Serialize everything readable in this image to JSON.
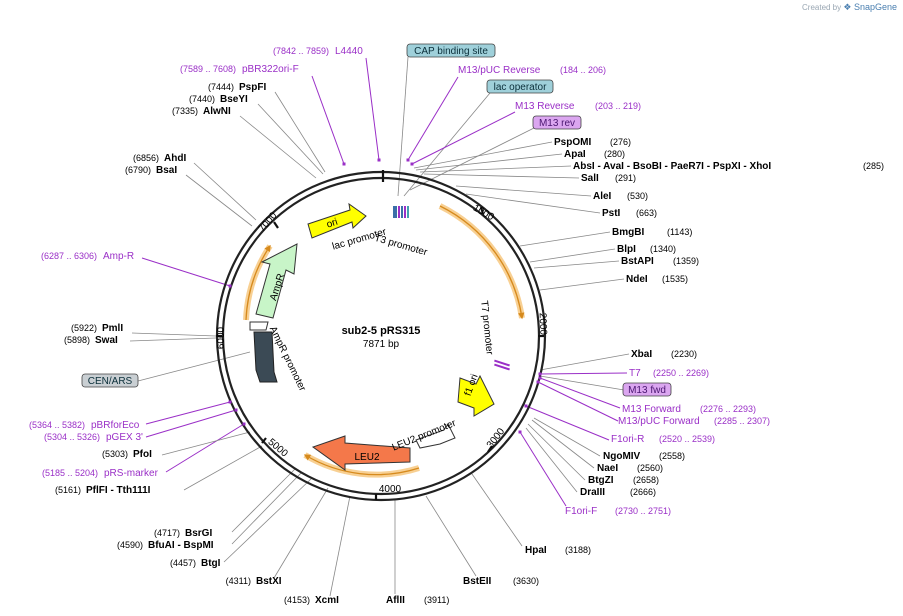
{
  "branding": {
    "prefix": "Created by",
    "name": "SnapGene"
  },
  "plasmid": {
    "name": "sub2-5 pRS315",
    "length": "7871 bp"
  },
  "colors": {
    "enzyme_label": "#000000",
    "primer_label": "#9a2fc7",
    "feature_box_cyan": "#9fd0da",
    "feature_box_violet": "#dba6f0",
    "ring": "#222222",
    "ori": "#ffff00",
    "ampr": "#c8f5c8",
    "leu2": "#f4784a",
    "f1ori": "#ffff00",
    "amp_promoter": "#3b4a55",
    "orf_highlight": "#f3a93a"
  },
  "scale_ticks": [
    "1000",
    "2000",
    "3000",
    "4000",
    "5000",
    "6000",
    "7000"
  ],
  "features": {
    "ori": "ori",
    "ampr": "AmpR",
    "ampr_promoter": "AmpR promoter",
    "leu2": "LEU2",
    "leu2_promoter": "LEU2 promoter",
    "f1_ori": "f1 ori",
    "t7_promoter": "T7 promoter",
    "lac_promoter": "lac promoter",
    "t3_promoter": "T3 promoter"
  },
  "boxed_labels": [
    {
      "id": "cap",
      "text": "CAP binding site",
      "color": "cyan"
    },
    {
      "id": "lacop",
      "text": "lac operator",
      "color": "cyan"
    },
    {
      "id": "m13rev",
      "text": "M13 rev",
      "color": "violet"
    },
    {
      "id": "m13fwd",
      "text": "M13 fwd",
      "color": "violet"
    },
    {
      "id": "cenars",
      "text": "CEN/ARS",
      "color": "gray"
    }
  ],
  "primers": [
    {
      "id": "l4440",
      "name": "L4440",
      "range": "(7842 .. 7859)"
    },
    {
      "id": "pbr322",
      "name": "pBR322ori-F",
      "range": "(7589 .. 7608)"
    },
    {
      "id": "m13puc_rev",
      "name": "M13/pUC Reverse",
      "range": "(184 .. 206)"
    },
    {
      "id": "m13_rev",
      "name": "M13 Reverse",
      "range": "(203 .. 219)"
    },
    {
      "id": "ampr_p",
      "name": "Amp-R",
      "range": "(6287 .. 6306)"
    },
    {
      "id": "t7",
      "name": "T7",
      "range": "(2250 .. 2269)"
    },
    {
      "id": "m13_fwd",
      "name": "M13 Forward",
      "range": "(2276 .. 2293)"
    },
    {
      "id": "m13puc_fwd",
      "name": "M13/pUC Forward",
      "range": "(2285 .. 2307)"
    },
    {
      "id": "f1ori_r",
      "name": "F1ori-R",
      "range": "(2520 .. 2539)"
    },
    {
      "id": "f1ori_f",
      "name": "F1ori-F",
      "range": "(2730 .. 2751)"
    },
    {
      "id": "pbrforeco",
      "name": "pBRforEco",
      "range": "(5364 .. 5382)"
    },
    {
      "id": "pgex3",
      "name": "pGEX 3'",
      "range": "(5304 .. 5326)"
    },
    {
      "id": "prs_marker",
      "name": "pRS-marker",
      "range": "(5185 .. 5204)"
    }
  ],
  "enzymes": [
    {
      "id": "pspfi",
      "name": "PspFI",
      "pos": "(7444)"
    },
    {
      "id": "bseyi",
      "name": "BseYI",
      "pos": "(7440)"
    },
    {
      "id": "alwni",
      "name": "AlwNI",
      "pos": "(7335)"
    },
    {
      "id": "ahdi",
      "name": "AhdI",
      "pos": "(6856)"
    },
    {
      "id": "bsai",
      "name": "BsaI",
      "pos": "(6790)"
    },
    {
      "id": "pspomi",
      "name": "PspOMI",
      "pos": "(276)"
    },
    {
      "id": "apai",
      "name": "ApaI",
      "pos": "(280)"
    },
    {
      "id": "absi_group",
      "name": "AbsI   - AvaI    - BsoBI    - PaeR7I    - PspXI    - XhoI",
      "pos": "(285)"
    },
    {
      "id": "sali",
      "name": "SalI",
      "pos": "(291)"
    },
    {
      "id": "alei",
      "name": "AleI",
      "pos": "(530)"
    },
    {
      "id": "psti",
      "name": "PstI",
      "pos": "(663)"
    },
    {
      "id": "bmgbi",
      "name": "BmgBI",
      "pos": "(1143)"
    },
    {
      "id": "blpi",
      "name": "BlpI",
      "pos": "(1340)"
    },
    {
      "id": "bstapi",
      "name": "BstAPI",
      "pos": "(1359)"
    },
    {
      "id": "ndei",
      "name": "NdeI",
      "pos": "(1535)"
    },
    {
      "id": "pmli",
      "name": "PmlI",
      "pos": "(5922)"
    },
    {
      "id": "swai",
      "name": "SwaI",
      "pos": "(5898)"
    },
    {
      "id": "xbai",
      "name": "XbaI",
      "pos": "(2230)"
    },
    {
      "id": "pfoi",
      "name": "PfoI",
      "pos": "(5303)"
    },
    {
      "id": "pflfi",
      "name": "PflFI   - Tth111I",
      "pos": "(5161)"
    },
    {
      "id": "ngomiv",
      "name": "NgoMIV",
      "pos": "(2558)"
    },
    {
      "id": "naei",
      "name": "NaeI",
      "pos": "(2560)"
    },
    {
      "id": "btgzi",
      "name": "BtgZI",
      "pos": "(2658)"
    },
    {
      "id": "draiii",
      "name": "DraIII",
      "pos": "(2666)"
    },
    {
      "id": "bsrgi",
      "name": "BsrGI",
      "pos": "(4717)"
    },
    {
      "id": "bfuai",
      "name": "BfuAI   - BspMI",
      "pos": "(4590)"
    },
    {
      "id": "btgi",
      "name": "BtgI",
      "pos": "(4457)"
    },
    {
      "id": "bstxi",
      "name": "BstXI",
      "pos": "(4311)"
    },
    {
      "id": "xcmi",
      "name": "XcmI",
      "pos": "(4153)"
    },
    {
      "id": "aflii",
      "name": "AflII",
      "pos": "(3911)"
    },
    {
      "id": "bsteii",
      "name": "BstEII",
      "pos": "(3630)"
    },
    {
      "id": "hpai",
      "name": "HpaI",
      "pos": "(3188)"
    }
  ]
}
